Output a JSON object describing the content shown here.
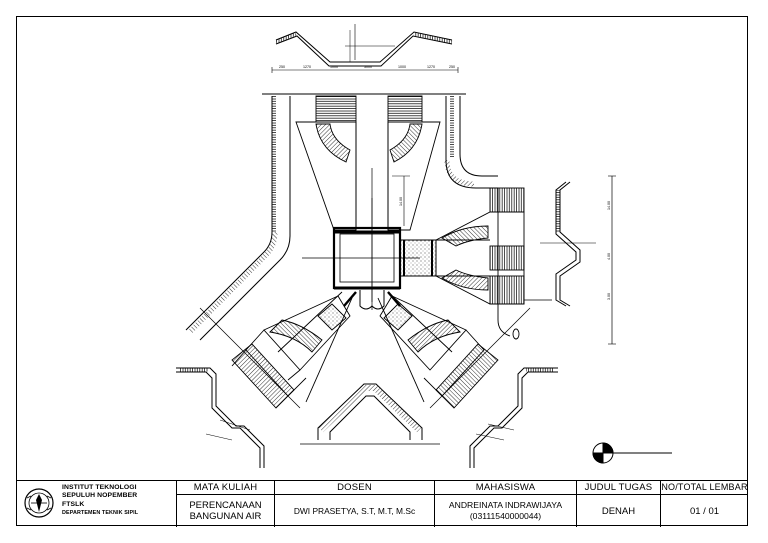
{
  "drawing": {
    "section_top_dims": [
      "250",
      "1270",
      "1000",
      "3000",
      "1000",
      "1270",
      "250"
    ],
    "vertical_dim_labels": [
      "14.00",
      "14.00",
      "4.00",
      "3.00"
    ]
  },
  "title_block": {
    "institution": {
      "line1": "INSTITUT TEKNOLOGI",
      "line2": "SEPULUH NOPEMBER",
      "line3": "FTSLK",
      "line4": "DEPARTEMEN TEKNIK SIPIL"
    },
    "course": {
      "header": "MATA KULIAH",
      "line1": "PERENCANAAN",
      "line2": "BANGUNAN AIR"
    },
    "lecturer": {
      "header": "DOSEN",
      "value": "DWI PRASETYA, S.T, M.T, M.Sc"
    },
    "student": {
      "header": "MAHASISWA",
      "name": "ANDREINATA INDRAWIJAYA",
      "id": "(03111540000044)"
    },
    "assignment": {
      "header": "JUDUL TUGAS",
      "value": "DENAH"
    },
    "sheet": {
      "header": "NO/TOTAL LEMBAR",
      "value": "01 / 01"
    }
  },
  "colors": {
    "line": "#000000",
    "paper": "#ffffff",
    "hatch": "#000000"
  },
  "icons": [
    "north-arrow-icon",
    "its-logo-icon"
  ]
}
